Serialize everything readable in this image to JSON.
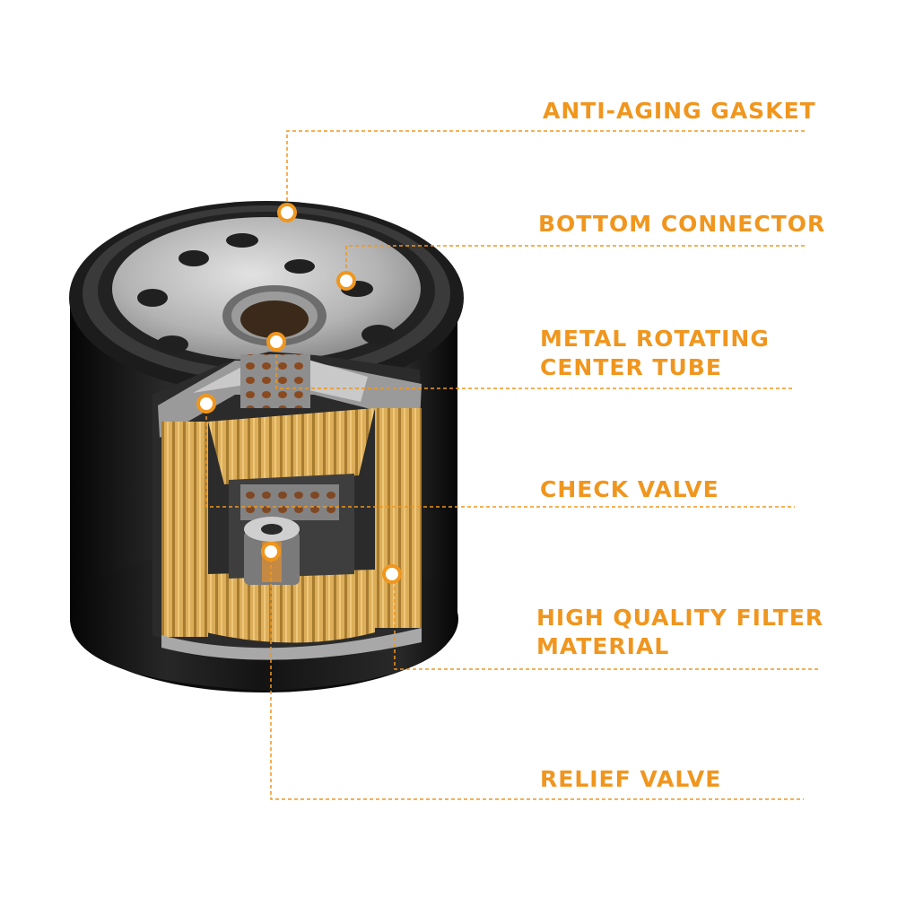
{
  "colors": {
    "accent": "#f0961e",
    "casing": "#121212",
    "metal": "#b8b8b8",
    "paper": "#d6a752"
  },
  "labels": {
    "gasket": "ANTI-AGING GASKET",
    "connector": "BOTTOM CONNECTOR",
    "tube_line1": "METAL ROTATING",
    "tube_line2": "CENTER TUBE",
    "check": "CHECK VALVE",
    "filter_line1": "HIGH QUALITY FILTER",
    "filter_line2": "MATERIAL",
    "relief": "RELIEF VALVE"
  }
}
